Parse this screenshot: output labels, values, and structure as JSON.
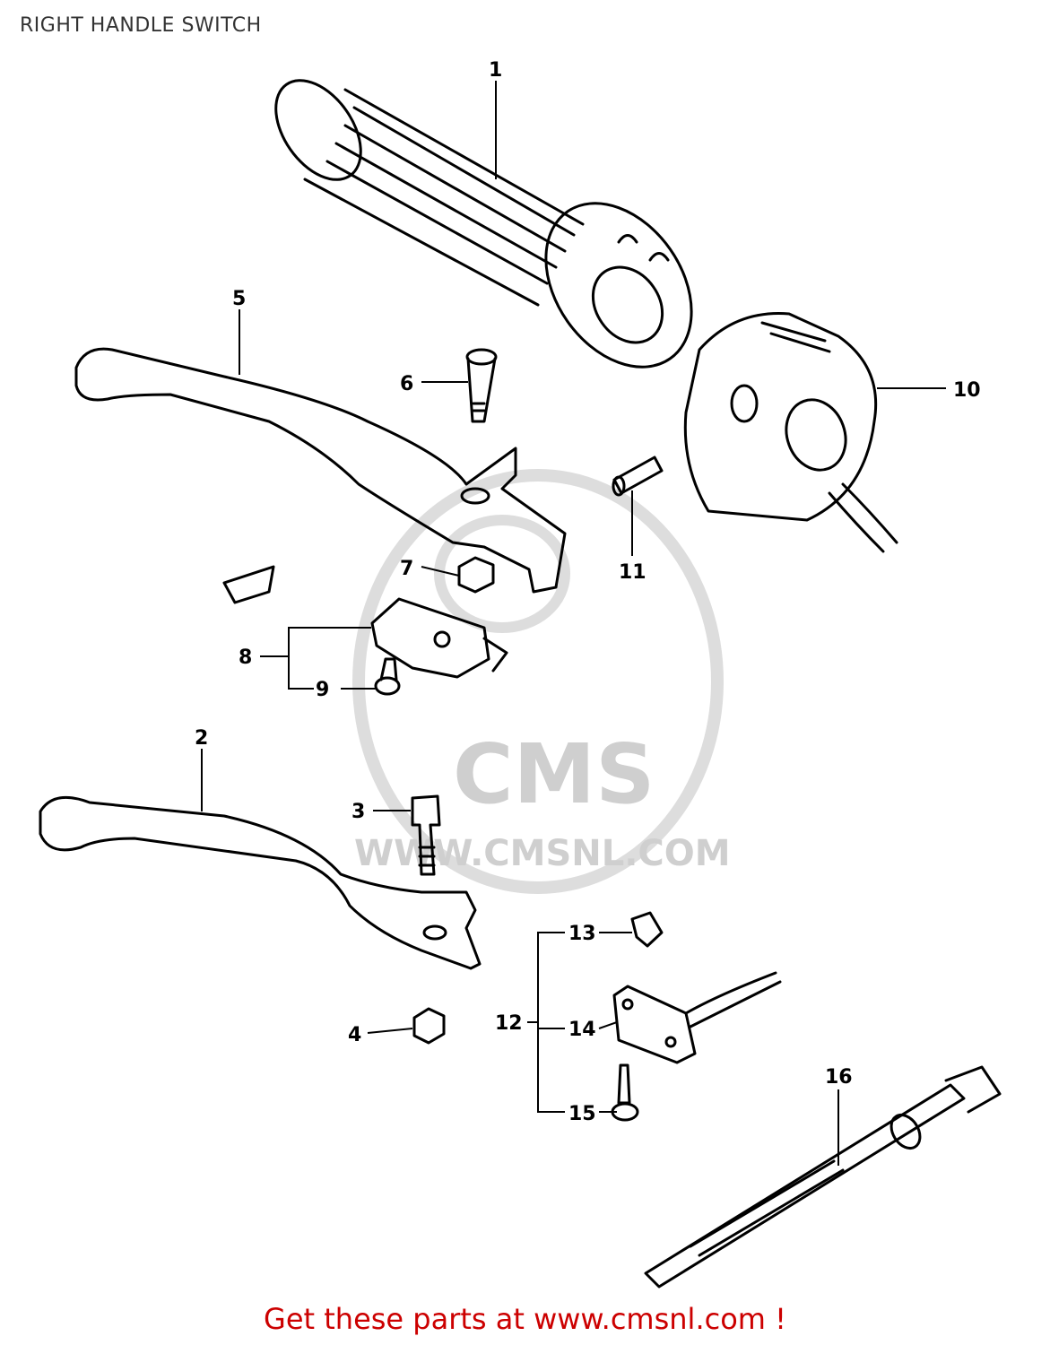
{
  "page": {
    "title": "RIGHT HANDLE SWITCH",
    "footer": "Get these parts at www.cmsnl.com !"
  },
  "watermark": {
    "brand": "CMS",
    "url": "WWW.CMSNL.COM"
  },
  "callouts": {
    "c1": "1",
    "c2": "2",
    "c3": "3",
    "c4": "4",
    "c5": "5",
    "c6": "6",
    "c7": "7",
    "c8": "8",
    "c9": "9",
    "c10": "10",
    "c11": "11",
    "c12": "12",
    "c13": "13",
    "c14": "14",
    "c15": "15",
    "c16": "16"
  },
  "colors": {
    "line": "#000000",
    "footer": "#cc0000",
    "watermark": "#cfcfcf"
  }
}
